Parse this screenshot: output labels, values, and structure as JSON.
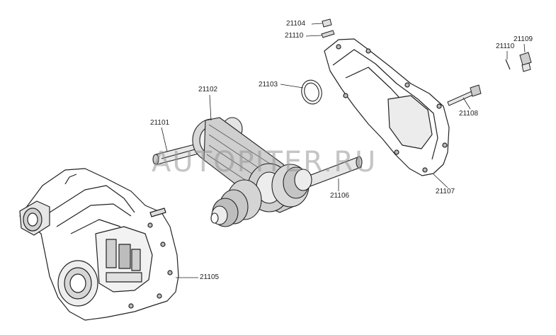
{
  "diagram": {
    "part_labels": {
      "p21101": "21101",
      "p21102": "21102",
      "p21103": "21103",
      "p21104": "21104",
      "p21105": "21105",
      "p21106": "21106",
      "p21107": "21107",
      "p21108": "21108",
      "p21109": "21109",
      "p21110_top": "21110",
      "p21110_right": "21110"
    },
    "watermark_text": "AUTOPITER.RU",
    "colors": {
      "line": "#222222",
      "fill": "#ffffff",
      "shade": "#d9d9d9",
      "watermark": "#969696"
    }
  }
}
